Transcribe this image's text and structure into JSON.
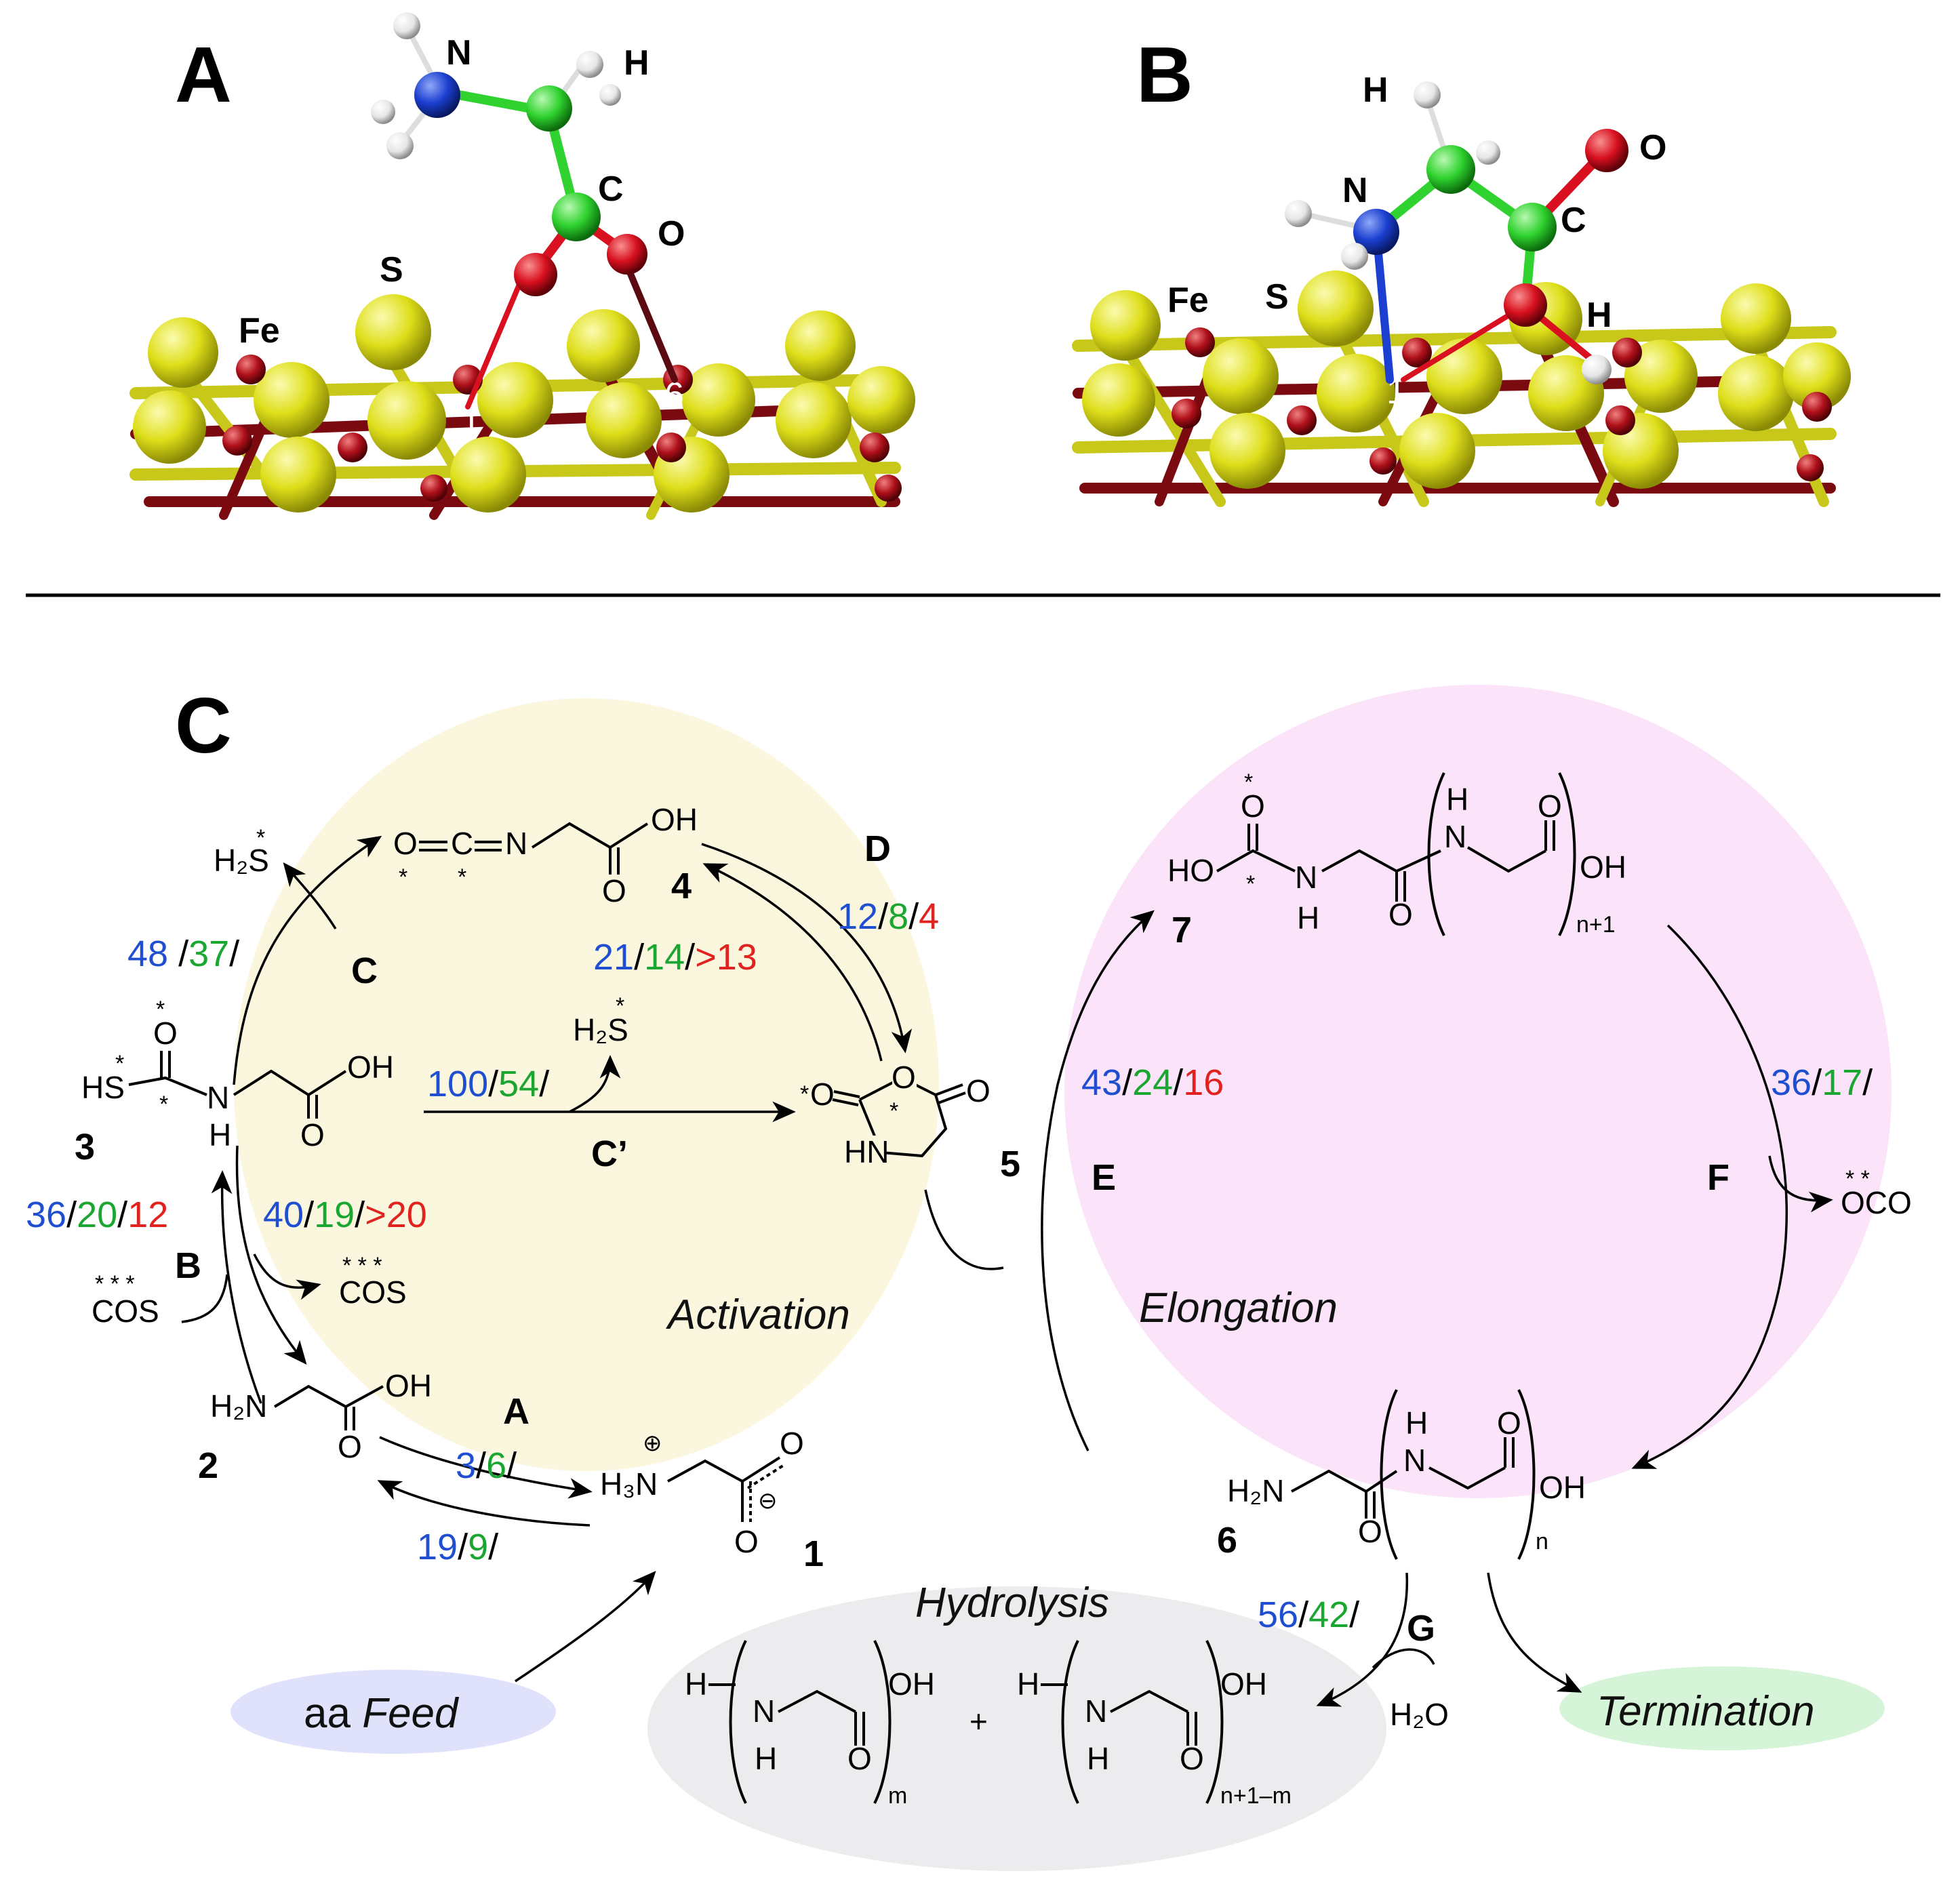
{
  "colors": {
    "blue": "#1f4fd0",
    "green": "#1aa630",
    "red": "#e0231e",
    "activation_fill": "#fbf7df",
    "elongation_fill": "#fbe3fa",
    "hydrolysis_fill": "#ececee",
    "feed_fill": "#dfe2fa",
    "termination_fill": "#d6f5d8",
    "sulfur": "#dede1a",
    "iron": "#b0101a",
    "carbon": "#2fd22f",
    "oxygen": "#d8101f",
    "nitrogen": "#1b3fd0",
    "hydrogen": "#f2f2f2"
  },
  "panels": {
    "a": "A",
    "b": "B",
    "c": "C"
  },
  "panel_a": {
    "labels": {
      "n": "N",
      "h": "H",
      "c": "C",
      "o": "O",
      "s": "S",
      "fe": "Fe",
      "site1": "1",
      "site6": "6"
    }
  },
  "panel_b": {
    "labels": {
      "h_top": "H",
      "o": "O",
      "n": "N",
      "c": "C",
      "fe": "Fe",
      "s": "S",
      "h_right": "H",
      "site1": "1"
    }
  },
  "scheme": {
    "regions": {
      "activation": "Activation",
      "elongation": "Elongation",
      "hydrolysis": "Hydrolysis",
      "feed_prefix": "aa ",
      "feed_word": "Feed",
      "termination": "Termination"
    },
    "steps": {
      "a": "A",
      "b": "B",
      "c": "C",
      "c_prime": "C’",
      "d": "D",
      "e": "E",
      "f": "F",
      "g": "G"
    },
    "compounds": {
      "c1": "1",
      "c2": "2",
      "c3": "3",
      "c4": "4",
      "c5": "5",
      "c6": "6",
      "c7": "7"
    },
    "energies": {
      "a_fwd": [
        "3",
        "6"
      ],
      "a_rev": [
        "19",
        "9"
      ],
      "b_up": [
        "36",
        "20",
        "12"
      ],
      "b_down": [
        "40",
        "19",
        ">20"
      ],
      "c": [
        "48",
        "37"
      ],
      "c_prime": [
        "100",
        "54"
      ],
      "d_fwd": [
        "12",
        "8",
        "4"
      ],
      "d_rev": [
        "21",
        "14",
        ">13"
      ],
      "e": [
        "43",
        "24",
        "16"
      ],
      "f": [
        "36",
        "17"
      ],
      "g": [
        "56",
        "42"
      ]
    },
    "species": {
      "h2s": "H₂S",
      "cos": "COS",
      "oco": "OCO",
      "h2o": "H₂O",
      "oh": "OH",
      "hs": "HS",
      "ho": "HO",
      "hn": "HN",
      "h2n": "H₂N",
      "h3n": "H₃N",
      "o": "O",
      "n": "N",
      "c": "C",
      "h": "H",
      "star": "*",
      "stars3": "* * *",
      "stars2": "* *",
      "plus": "+",
      "sub_n1": "n+1",
      "sub_n": "n",
      "sub_m": "m",
      "sub_n1m": "n+1–m",
      "oplus": "⊕",
      "ominus": "⊖"
    }
  }
}
